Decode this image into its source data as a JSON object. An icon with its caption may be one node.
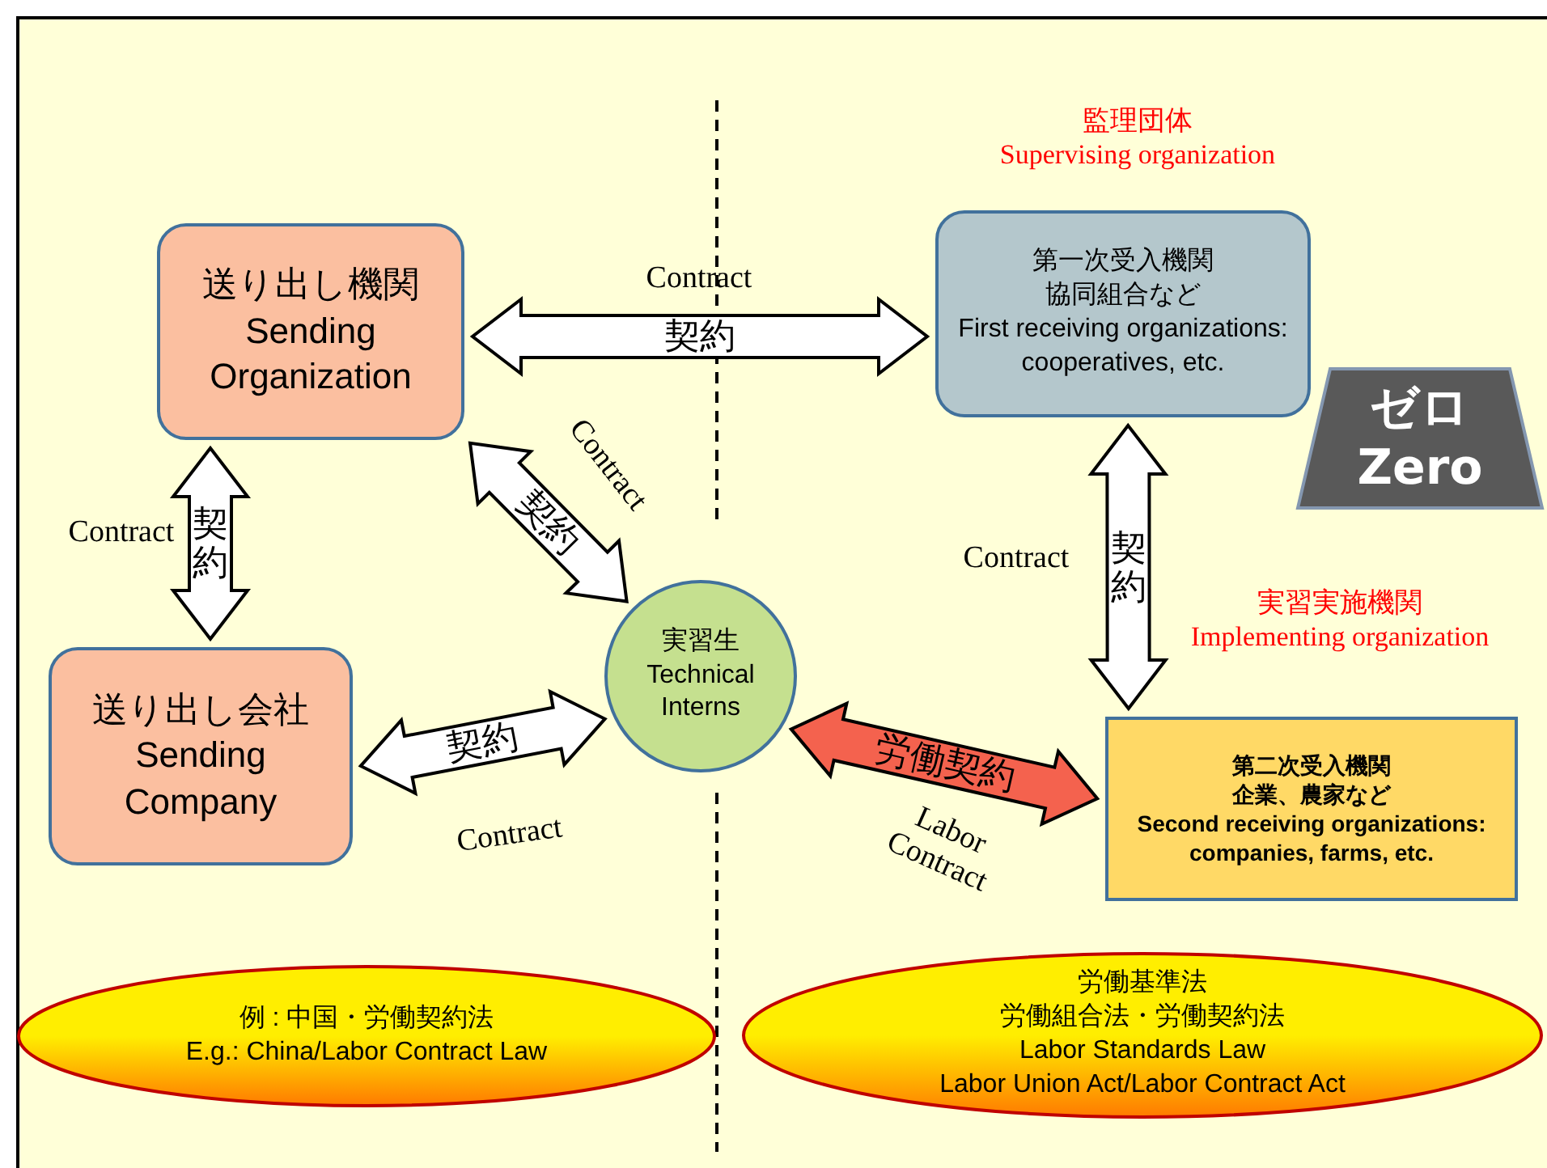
{
  "diagram": {
    "nodes": [
      {
        "text": [
          "送り出し機関",
          "Sending Organization"
        ]
      },
      {
        "text": [
          "第一次受入機関",
          "協同組合など",
          "First receiving organizations: cooperatives, etc."
        ],
        "beside": [
          "監理団体",
          "Supervising organization"
        ]
      },
      {
        "text": [
          "ゼロ",
          "Zero"
        ]
      },
      {
        "text": [
          "送り出し会社",
          "Sending Company"
        ]
      },
      {
        "text": [
          "実習生",
          "Technical Interns"
        ]
      },
      {
        "text": [
          "第二次受入機関",
          "企業、農家など",
          "Second receiving organizations: companies, farms, etc."
        ],
        "beside": [
          "実習実施機関",
          "Implementing organization"
        ]
      },
      {
        "text": [
          "例 : 中国・労働契約法",
          "E.g.: China/Labor Contract Law"
        ]
      },
      {
        "text": [
          "労働基準法",
          "労働組合法・労働契約法",
          "Labor Standards Law",
          "Labor Union Act/Labor Contract Act"
        ]
      }
    ],
    "edges": [
      {
        "from": 0,
        "to": 1,
        "arrow": "both",
        "label": "契約"
      },
      {
        "from": 0,
        "to": 3,
        "arrow": "both",
        "label": "契約"
      },
      {
        "from": 0,
        "to": 4,
        "arrow": "both",
        "label": "契約"
      },
      {
        "from": 3,
        "to": 4,
        "arrow": "both",
        "label": "契約"
      },
      {
        "from": 1,
        "to": 5,
        "arrow": "both",
        "label": "契約"
      },
      {
        "from": 4,
        "to": 5,
        "arrow": "both",
        "label": "労働契約",
        "color": "#f4624e"
      }
    ],
    "labels": [
      "Contract",
      "Contract",
      "Contract",
      "Contract",
      "Contract",
      "Labor Contract"
    ]
  }
}
